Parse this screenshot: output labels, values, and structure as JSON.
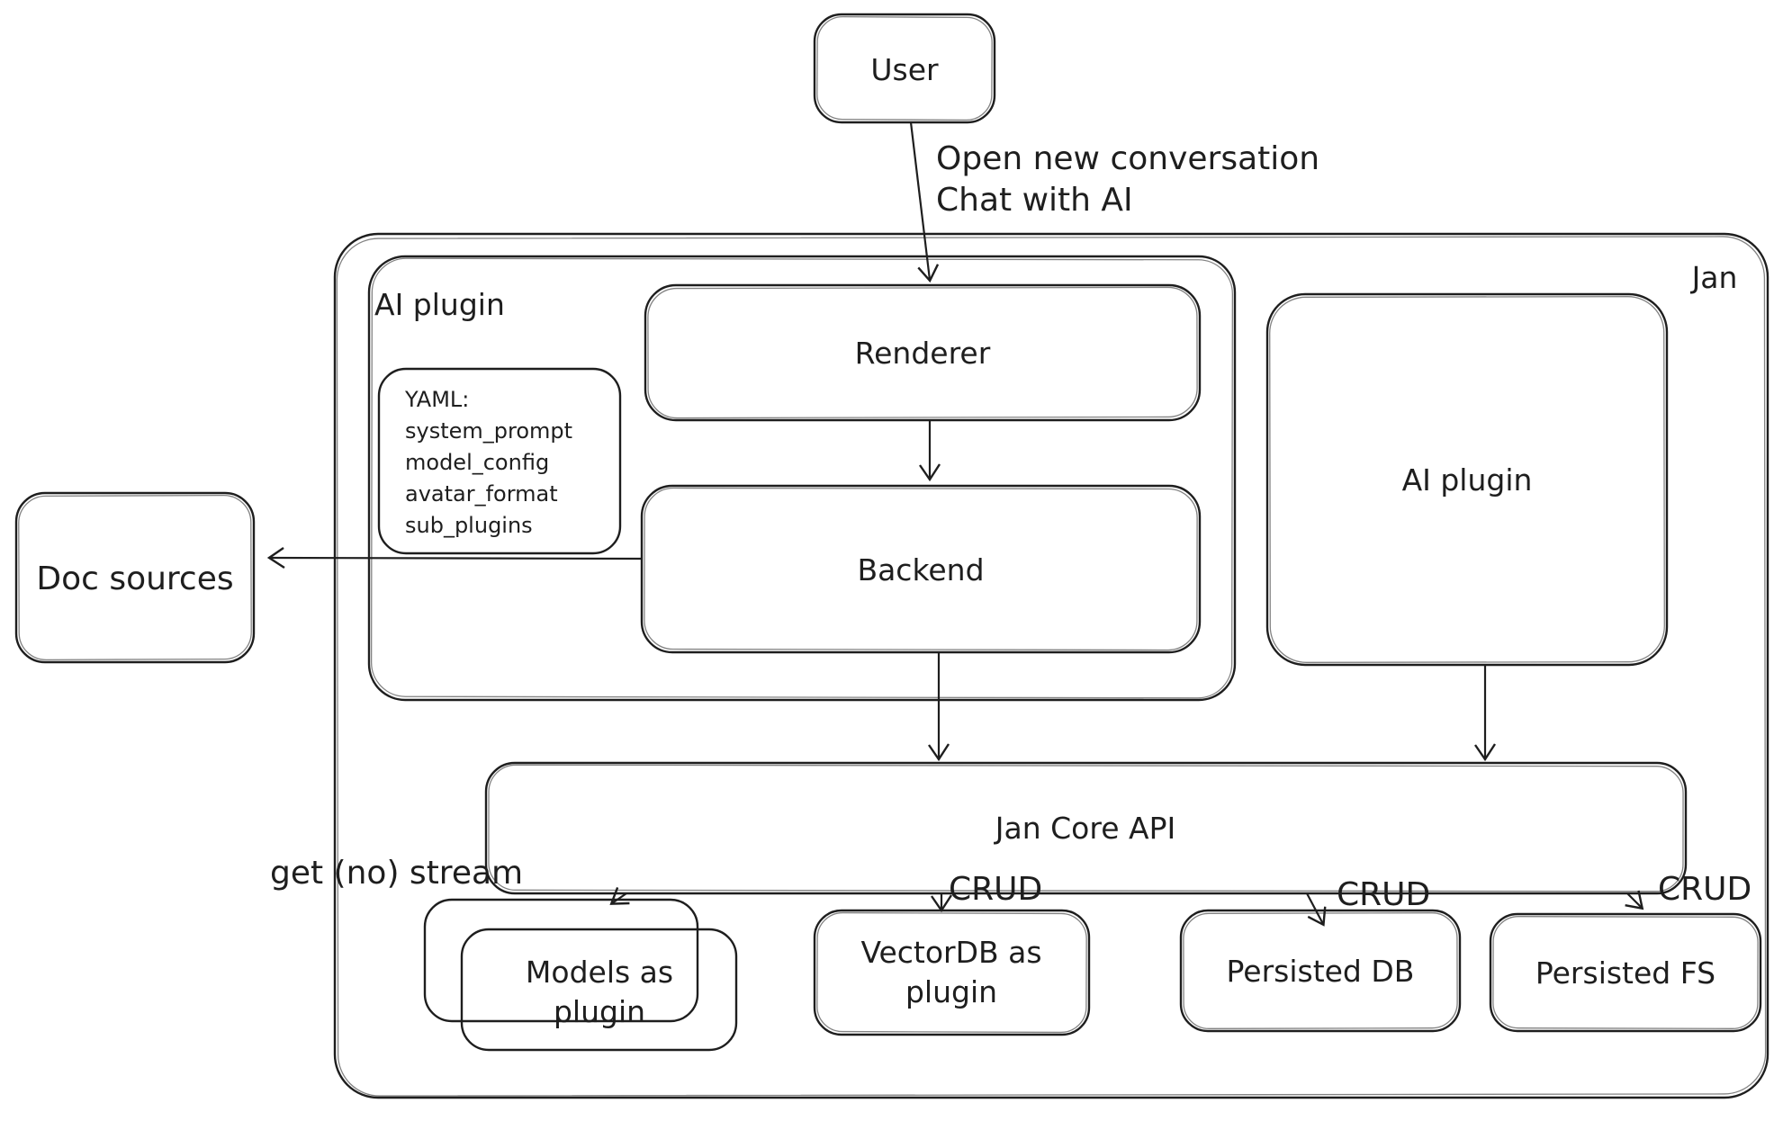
{
  "diagram": {
    "outer_label": "Jan",
    "colors": {
      "stroke": "#1e1e1e",
      "background": "#ffffff"
    },
    "nodes": {
      "user": {
        "label": "User"
      },
      "ai_plugin_container": {
        "label": "AI plugin"
      },
      "renderer": {
        "label": "Renderer"
      },
      "backend": {
        "label": "Backend"
      },
      "yaml_note": {
        "lines": [
          "YAML:",
          "system_prompt",
          "model_config",
          "avatar_format",
          "sub_plugins"
        ]
      },
      "ai_plugin_right": {
        "label": "AI plugin"
      },
      "doc_sources": {
        "label": "Doc sources"
      },
      "jan_core_api": {
        "label": "Jan Core API"
      },
      "models_as_plugin": {
        "line1": "Models as",
        "line2": "plugin"
      },
      "vectordb_as_plugin": {
        "line1": "VectorDB as",
        "line2": "plugin"
      },
      "persisted_db": {
        "label": "Persisted DB"
      },
      "persisted_fs": {
        "label": "Persisted FS"
      }
    },
    "edges": {
      "user_to_renderer": {
        "line1": "Open new conversation",
        "line2": "Chat with AI"
      },
      "core_to_models": {
        "label": "get (no) stream"
      },
      "core_to_vectordb": {
        "label": "CRUD"
      },
      "core_to_persisted_db": {
        "label": "CRUD"
      },
      "core_to_persisted_fs": {
        "label": "CRUD"
      }
    }
  }
}
